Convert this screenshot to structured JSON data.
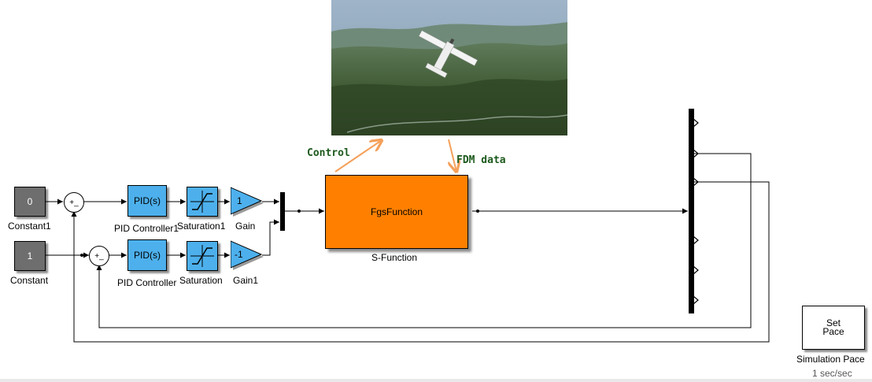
{
  "blocks": {
    "constant1": {
      "value": "0",
      "label": "Constant1"
    },
    "constant": {
      "value": "1",
      "label": "Constant"
    },
    "sum_top": {
      "signs": "+_"
    },
    "sum_bottom": {
      "signs": "+_"
    },
    "pid_controller1": {
      "text": "PID(s)",
      "label": "PID Controller1"
    },
    "pid_controller": {
      "text": "PID(s)",
      "label": "PID Controller"
    },
    "saturation1": {
      "label": "Saturation1"
    },
    "saturation": {
      "label": "Saturation"
    },
    "gain": {
      "value": "1",
      "label": "Gain"
    },
    "gain1": {
      "value": "-1",
      "label": "Gain1"
    },
    "s_function": {
      "text": "FgsFunction",
      "label": "S-Function"
    },
    "set_pace": {
      "line1": "Set",
      "line2": "Pace",
      "label": "Simulation Pace",
      "sublabel": "1 sec/sec"
    }
  },
  "annotations": {
    "control": "Control",
    "fdm_data": "FDM data"
  },
  "colors": {
    "constant_block": "#6e6e6e",
    "pid_block": "#4db0ec",
    "sfunction_block": "#ff8000",
    "annotation_text": "#1d5a1d",
    "annotation_arrow": "#f5a05a"
  },
  "image": {
    "subject": "flight-simulator-aircraft-view"
  }
}
